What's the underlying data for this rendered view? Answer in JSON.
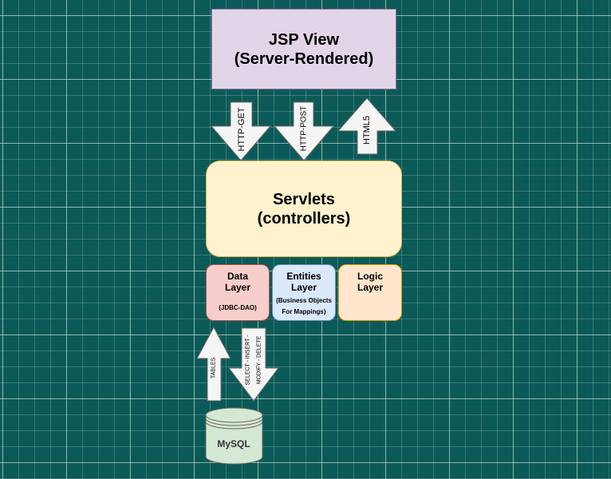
{
  "jsp_view": {
    "line1": "JSP View",
    "line2": "(Server-Rendered)"
  },
  "servlets": {
    "line1": "Servlets",
    "line2": "(controllers)"
  },
  "arrows": {
    "http_get": "HTTP-GET",
    "http_post": "HTTP-POST",
    "html5": "HTML5",
    "tables": "TABLES",
    "select_insert": "SELECT - INSERT -",
    "modify_delete": "MODIFY - DELETE"
  },
  "layers": {
    "data": {
      "line1": "Data",
      "line2": "Layer",
      "sub1": "(JDBC-DAO)"
    },
    "entities": {
      "line1": "Entities",
      "line2": "Layer",
      "sub1": "(Business Objects",
      "sub2": "For Mappings)"
    },
    "logic": {
      "line1": "Logic",
      "line2": "Layer"
    }
  },
  "database": {
    "label": "MySQL"
  },
  "colors": {
    "background": "#0c5a57",
    "jsp_view_fill": "#e1d5e7",
    "servlets_fill": "#fff2cc",
    "data_layer_fill": "#f8cecc",
    "entities_layer_fill": "#dae8fc",
    "logic_layer_fill": "#ffe6cc",
    "arrow_fill": "#f5f5f5",
    "database_fill": "#d5e8d4"
  }
}
